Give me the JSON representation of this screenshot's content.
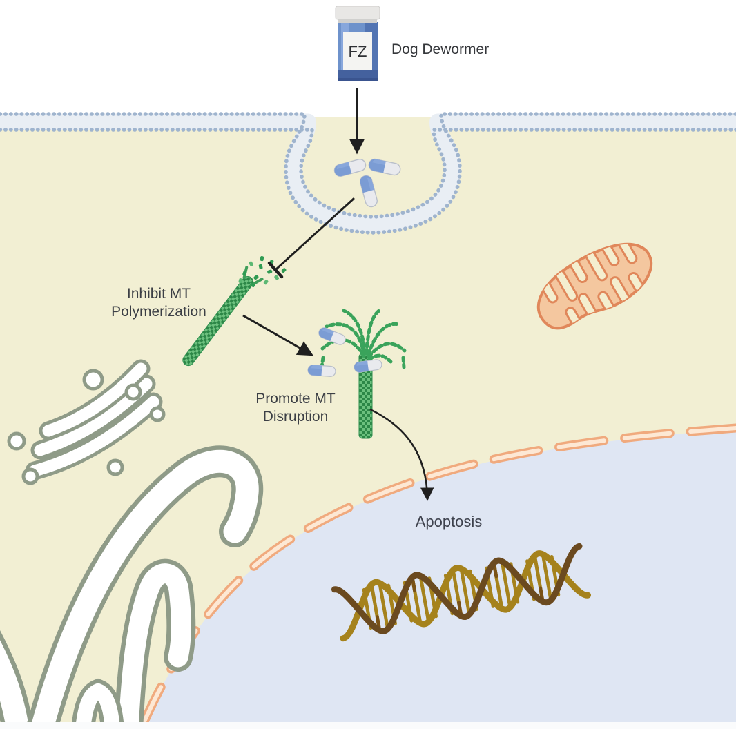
{
  "diagram": {
    "labels": {
      "bottle_code": "FZ",
      "bottle_caption": "Dog Dewormer",
      "inhibit_line1": "Inhibit MT",
      "inhibit_line2": "Polymerization",
      "promote_line1": "Promote MT",
      "promote_line2": "Disruption",
      "apoptosis": "Apoptosis"
    },
    "colors": {
      "cytoplasm": "#f2efd3",
      "nucleus": "#dfe6f3",
      "membrane_dots": "#9fb4ce",
      "membrane_band": "#e9eef4",
      "microtubule_green": "#3f9e59",
      "capsule_blue": "#7b9cd4",
      "capsule_white": "#e9eaee",
      "bottle_blue": "#6e92cb",
      "nuclear_envelope_outline": "#f0aa7e",
      "nuclear_envelope_fill": "#fde8d4",
      "mitochondrion_outline": "#e0875a",
      "mitochondrion_fill": "#f4c79f",
      "organelle_outline": "#8f9b88",
      "dna_dark": "#6b4a1f",
      "dna_gold": "#a5821c",
      "arrow": "#1f1f1f",
      "text": "#3c3f45"
    }
  }
}
